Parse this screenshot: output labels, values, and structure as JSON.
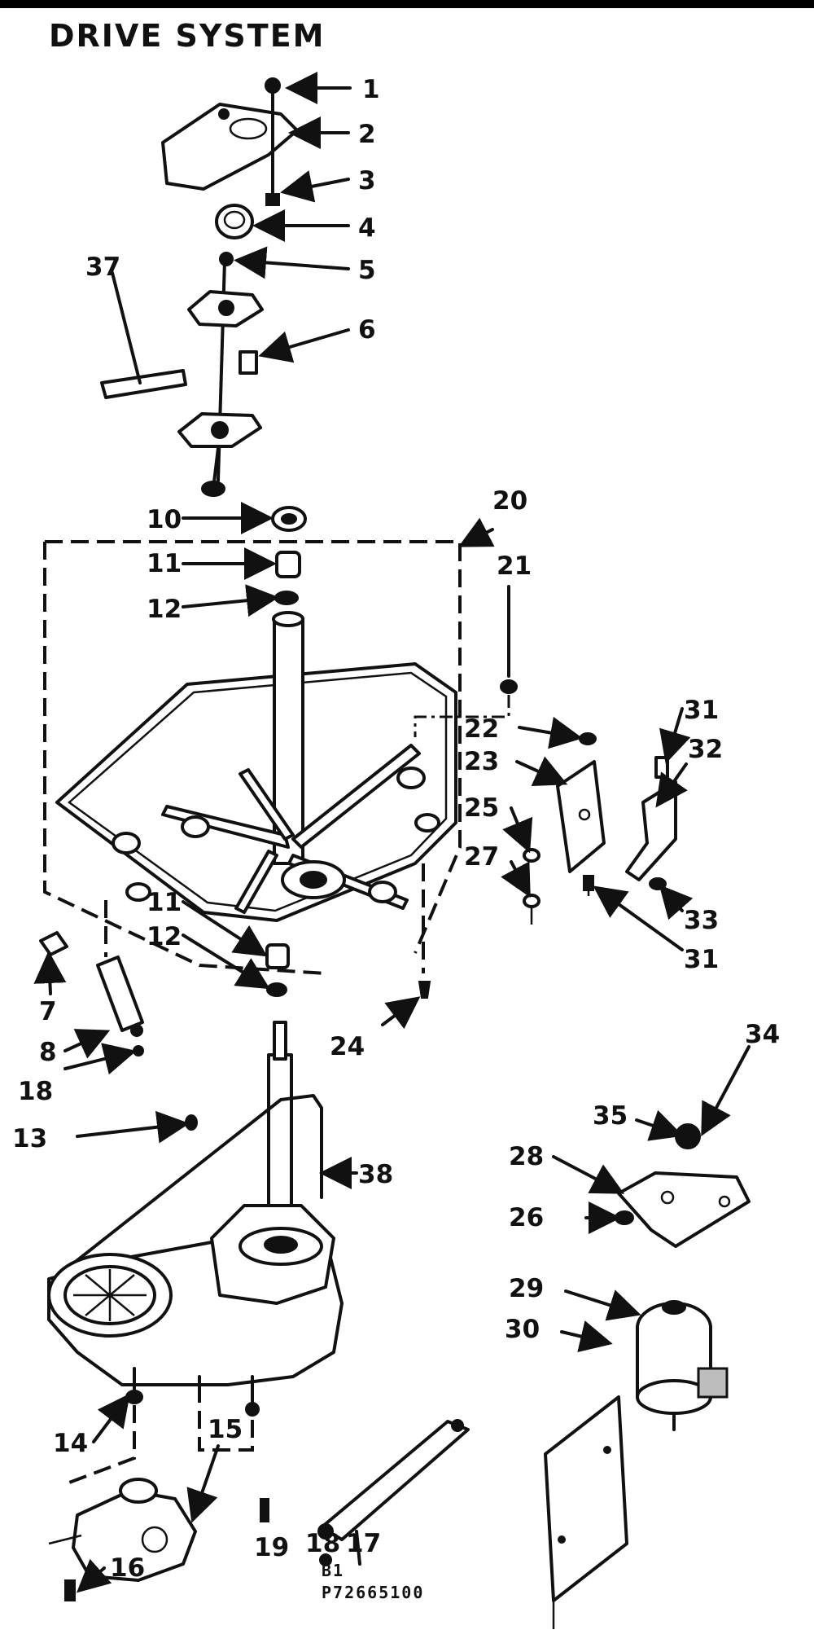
{
  "title": "DRIVE SYSTEM",
  "footer": {
    "line1": "B1",
    "line2": "P72665100"
  },
  "callouts": {
    "n1": "1",
    "n2": "2",
    "n3": "3",
    "n4": "4",
    "n5": "5",
    "n6": "6",
    "n7": "7",
    "n8": "8",
    "n10": "10",
    "n11a": "11",
    "n11b": "11",
    "n12a": "12",
    "n12b": "12",
    "n13": "13",
    "n14": "14",
    "n15": "15",
    "n16": "16",
    "n17": "17",
    "n18a": "18",
    "n18b": "18",
    "n19": "19",
    "n20": "20",
    "n21": "21",
    "n22": "22",
    "n23": "23",
    "n24": "24",
    "n25": "25",
    "n26": "26",
    "n27": "27",
    "n28": "28",
    "n29": "29",
    "n30": "30",
    "n31a": "31",
    "n31b": "31",
    "n32": "32",
    "n33": "33",
    "n34": "34",
    "n35": "35",
    "n37": "37",
    "n38": "38"
  },
  "icons": {
    "arrow": "arrow-icon"
  }
}
